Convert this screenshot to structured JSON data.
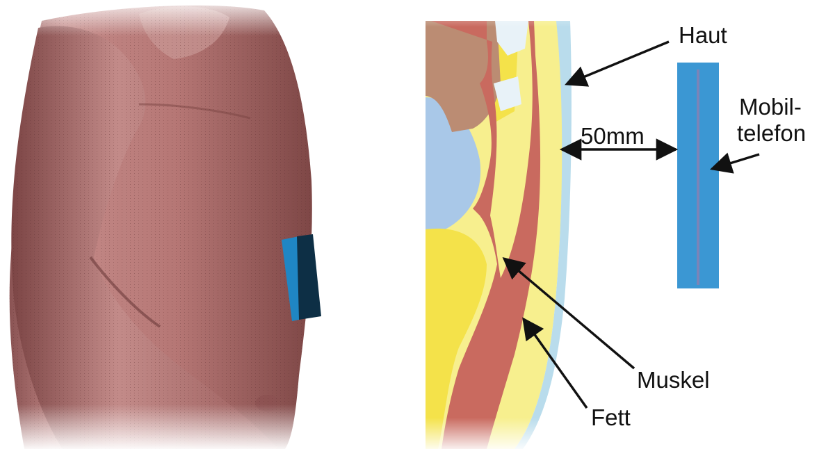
{
  "labels": {
    "haut": "Haut",
    "mobil_line1": "Mobil-",
    "mobil_line2": "telefon",
    "distance": "50mm",
    "muskel": "Muskel",
    "fett": "Fett"
  },
  "colors": {
    "skin_model": "#b87c7c",
    "phone_light": "#1f86c4",
    "phone_dark": "#0d2f45",
    "tissue_muscle": "#c96a5f",
    "tissue_fat": "#f7ef8e",
    "tissue_fat_dense": "#f4e24a",
    "tissue_skin": "#b9dcec",
    "tissue_organ": "#a9c8e8",
    "tissue_bone": "#bb8c73",
    "tissue_cartilage": "#e8f2f8",
    "phone_cross_section": "#3b97d3",
    "arrow": "#111111"
  },
  "icons": [
    "torso-3d-model",
    "phone-block",
    "tissue-cross-section",
    "phone-cross-section"
  ]
}
